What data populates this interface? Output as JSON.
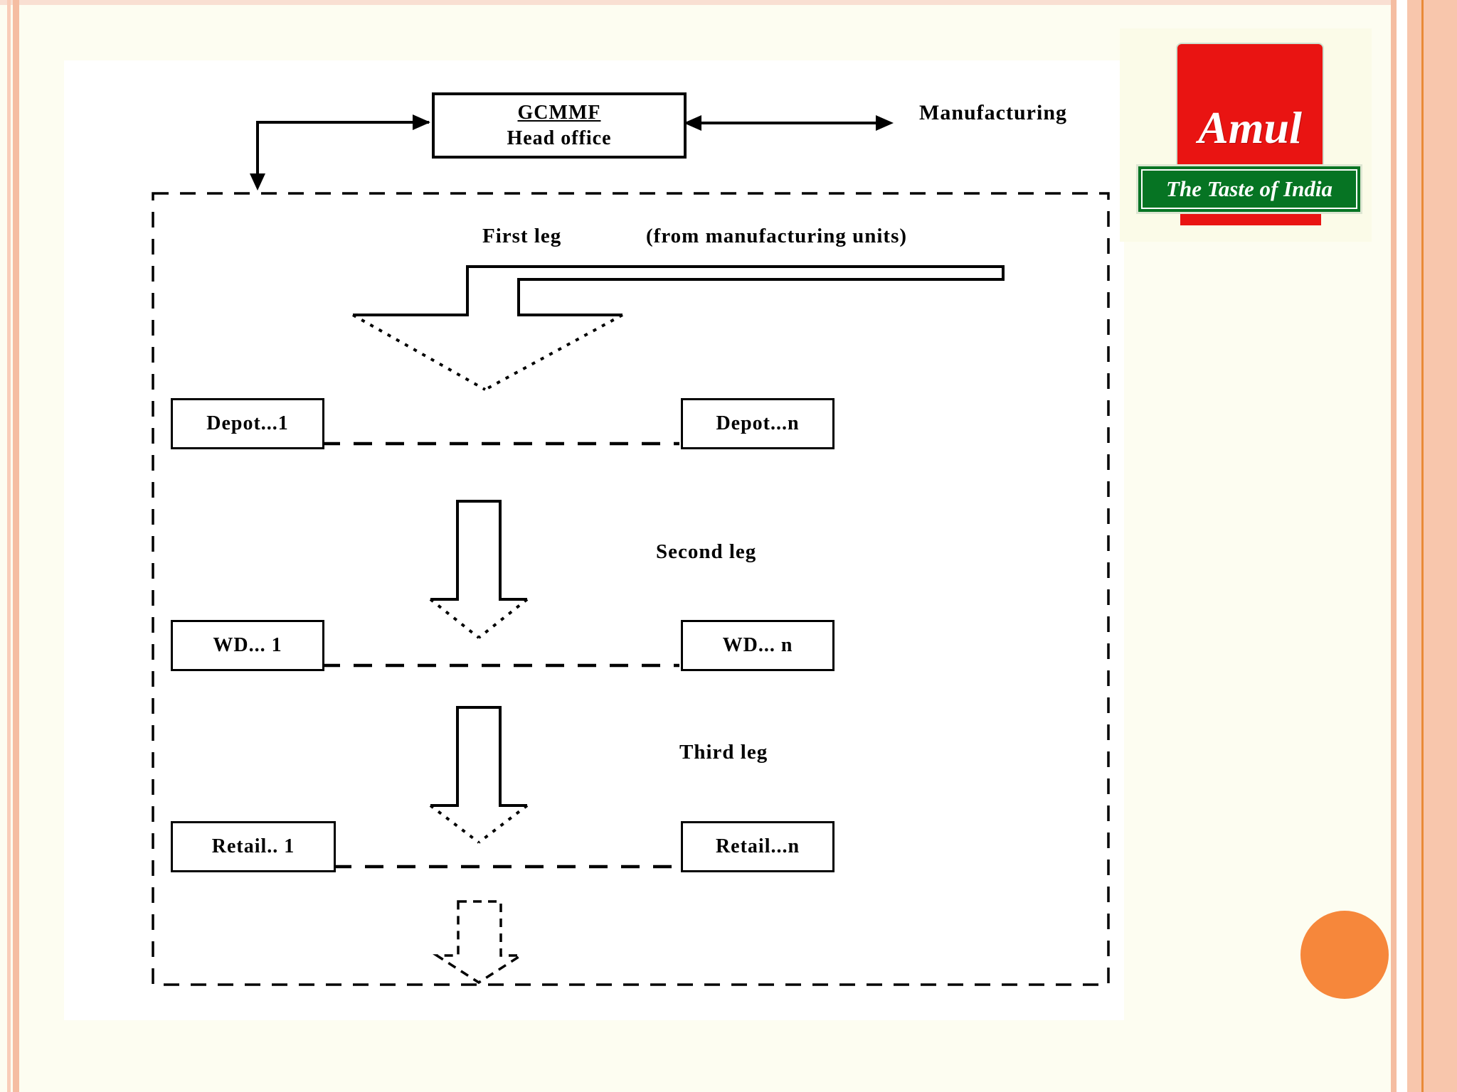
{
  "slide": {
    "header_box": {
      "line1": "GCMMF",
      "line2": "Head office"
    },
    "manufacturing_label": "Manufacturing",
    "legs": {
      "first": {
        "label": "First leg",
        "note": "(from manufacturing units)"
      },
      "second": {
        "label": "Second leg"
      },
      "third": {
        "label": "Third leg"
      }
    },
    "rows": {
      "depot": {
        "left": "Depot...1",
        "right": "Depot...n"
      },
      "wd": {
        "left": "WD... 1",
        "right": "WD... n"
      },
      "retail": {
        "left": "Retail.. 1",
        "right": "Retail...n"
      }
    },
    "logo": {
      "brand": "Amul",
      "tagline": "The Taste of India"
    },
    "colors": {
      "slide_background": "#FDFDF1",
      "stripe_light_pink": "#F9CDB8",
      "stripe_salmon": "#F5BDA2",
      "right_band_salmon": "#F8C6AC",
      "right_band_orange_line": "#E98A38",
      "top_band_pink": "#F9DFD2",
      "circle_orange": "#F6873B",
      "logo_red": "#E91412",
      "logo_green": "#067423",
      "ink": "#000000"
    }
  }
}
